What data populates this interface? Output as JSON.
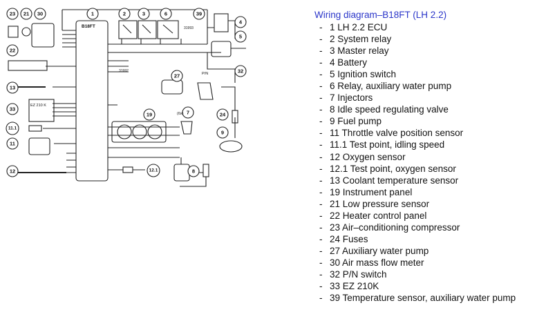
{
  "legend": {
    "title": "Wiring diagram–B18FT (LH 2.2)",
    "items": [
      "1 LH 2.2 ECU",
      "2 System relay",
      "3 Master relay",
      "4 Battery",
      "5 Ignition switch",
      "6 Relay, auxiliary water pump",
      "7 Injectors",
      "8 Idle speed regulating valve",
      "9 Fuel pump",
      "11 Throttle valve position sensor",
      "11.1 Test point, idling speed",
      "12 Oxygen sensor",
      "12.1 Test point, oxygen sensor",
      "13 Coolant temperature sensor",
      "19 Instrument panel",
      "21 Low pressure sensor",
      "22 Heater control panel",
      "23 Air–conditioning compressor",
      "24 Fuses",
      "27 Auxiliary water pump",
      "30 Air mass flow meter",
      "32 P/N switch",
      "33 EZ 210K",
      "39 Temperature sensor, auxiliary water pump"
    ]
  },
  "diagram": {
    "ecu_label": "B18FT",
    "ez_label": "EZ 210 K",
    "callouts": [
      "23",
      "21",
      "30",
      "1",
      "2",
      "3",
      "6",
      "39",
      "4",
      "5",
      "22",
      "27",
      "32",
      "13",
      "19",
      "33",
      "24",
      "7",
      "11.1",
      "9",
      "11",
      "12",
      "12.1",
      "8"
    ],
    "small_labels": [
      "31993",
      "31992",
      "(6x)",
      "P/N"
    ]
  }
}
